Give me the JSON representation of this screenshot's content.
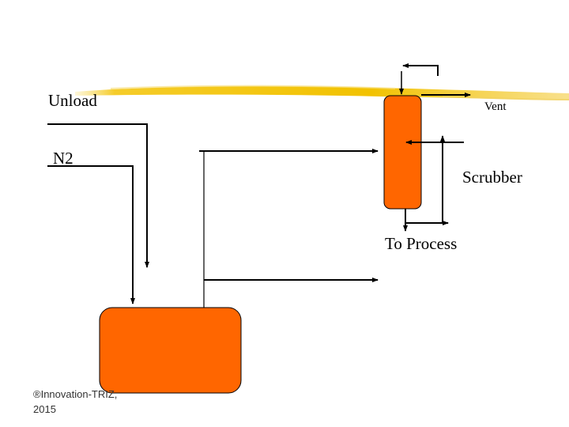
{
  "slide": {
    "labels": {
      "unload": "Unload",
      "n2": "N2",
      "vent": "Vent",
      "scrubber": "Scrubber",
      "to_process": "To Process"
    },
    "footer": {
      "line1": "®Innovation-TRIZ,",
      "line2": "2015"
    },
    "colors": {
      "vessel_fill": "#ff6600",
      "accent_stroke": "#f2c200",
      "line": "#000000"
    }
  }
}
